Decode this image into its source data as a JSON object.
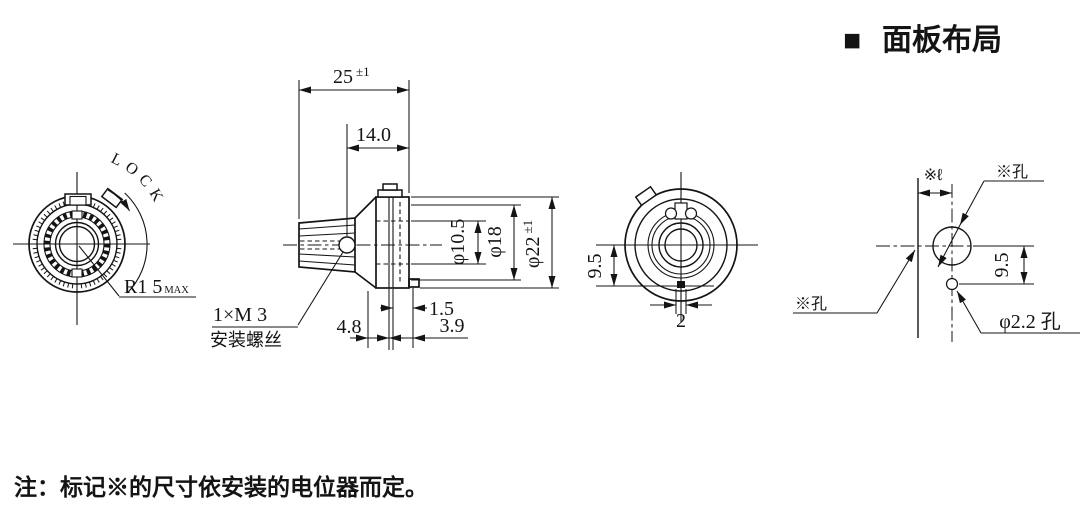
{
  "title": {
    "marker": "■",
    "text": "面板布局"
  },
  "note": "注：标记※的尺寸依安装的电位器而定。",
  "front_view": {
    "lock_label": "LOCK",
    "radius_label": "R1 5",
    "radius_suffix": "MAX"
  },
  "side_view": {
    "overall_length": "25",
    "overall_length_tol": "±1",
    "knob_length": "14.0",
    "shaft_dia": "φ10.5",
    "ring_dia": "φ18",
    "body_dia": "φ22",
    "body_dia_tol": "±1",
    "bushing_len": "4.8",
    "thread_len": "3.9",
    "step_len": "1.5",
    "screw_note_line1": "1×M 3",
    "screw_note_line2": "安装螺丝"
  },
  "rear_view": {
    "tang_offset": "9.5",
    "tang_width": "2"
  },
  "panel_layout": {
    "offset_dim": "※ℓ",
    "hole_label_top": "※孔",
    "hole_label_left": "※孔",
    "pilot_offset": "9.5",
    "pilot_hole": "φ2.2 孔"
  }
}
